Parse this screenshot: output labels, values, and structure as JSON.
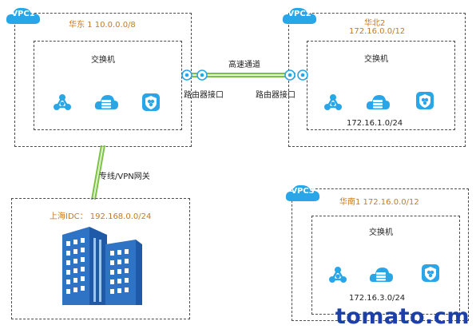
{
  "vpc1": {
    "badge": "VPC1",
    "region": "华东 1 10.0.0.0/8",
    "switch_label": "交换机",
    "router_label": "路由器接口"
  },
  "vpc2": {
    "badge": "VPC2",
    "region_line1": "华北2",
    "region_line2": "172.16.0.0/12",
    "switch_label": "交换机",
    "router_label": "路由器接口",
    "subnet": "172.16.1.0/24"
  },
  "vpc3": {
    "badge": "VPC3",
    "region": "华南1 172.16.0.0/12",
    "switch_label": "交换机",
    "subnet": "172.16.3.0/24"
  },
  "links": {
    "express": "高速通道",
    "idc_link": "专线/VPN网关"
  },
  "idc": {
    "label": "上海IDC： 192.168.0.0/24"
  },
  "watermark": "tomato.cm",
  "colors": {
    "cloud_badge": "#29a6e8",
    "icon_blue": "#29a6e8",
    "region_text": "#c87a1e",
    "link_green": "#7cc242",
    "building": "#2f73c4",
    "watermark": "#1d3fa8"
  },
  "icons": [
    "cloud-badge-icon",
    "network-nodes-icon",
    "cloud-database-icon",
    "shield-app-icon",
    "router-interface-icon",
    "office-building-icon"
  ]
}
